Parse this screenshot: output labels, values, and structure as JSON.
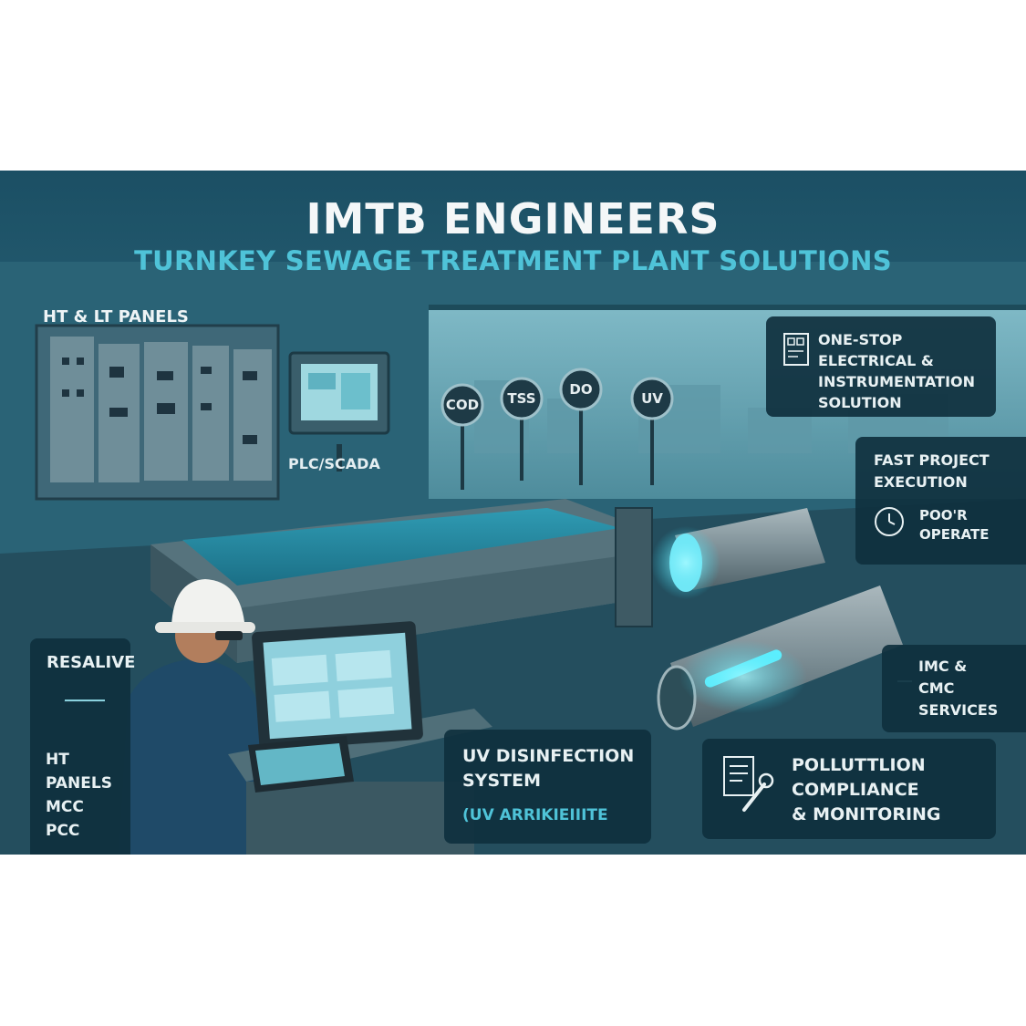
{
  "title": "IMTB ENGINEERS",
  "subtitle": "TURNKEY SEWAGE TREATMENT PLANT SOLUTIONS",
  "labels": {
    "ht_lt_panels": "HT & LT PANELS",
    "plc_scada": "PLC/SCADA"
  },
  "gauges": [
    "COD",
    "TSS",
    "DO",
    "UV"
  ],
  "callouts": {
    "one_stop": [
      "ONE-STOP",
      "ELECTRICAL &",
      "INSTRUMENTATION",
      "SOLUTION"
    ],
    "fast_project": [
      "FAST PROJECT",
      "EXECUTION"
    ],
    "fast_project_sub": [
      "POO'R",
      "OPERATE"
    ],
    "imc": [
      "IMC &",
      "CMC",
      "SERVICES"
    ],
    "pollution": [
      "POLLUTTLION",
      "COMPLIANCE",
      "& MONITORING"
    ],
    "uv": [
      "UV DISINFECTION",
      "SYSTEM"
    ],
    "uv_sub": "(UV ARRIKIEIIITE",
    "resalive": "RESALIVE",
    "panels_list": [
      "HT",
      "PANELS",
      "MCC",
      "PCC"
    ]
  },
  "colors": {
    "accent": "#4fc3d8",
    "uv_glow": "#5ff0ff",
    "panel_bg": "#0f303e"
  },
  "icons": {
    "one_stop": "control-panel-icon",
    "fast_project": "clock-icon",
    "pollution": "document-wrench-icon"
  }
}
